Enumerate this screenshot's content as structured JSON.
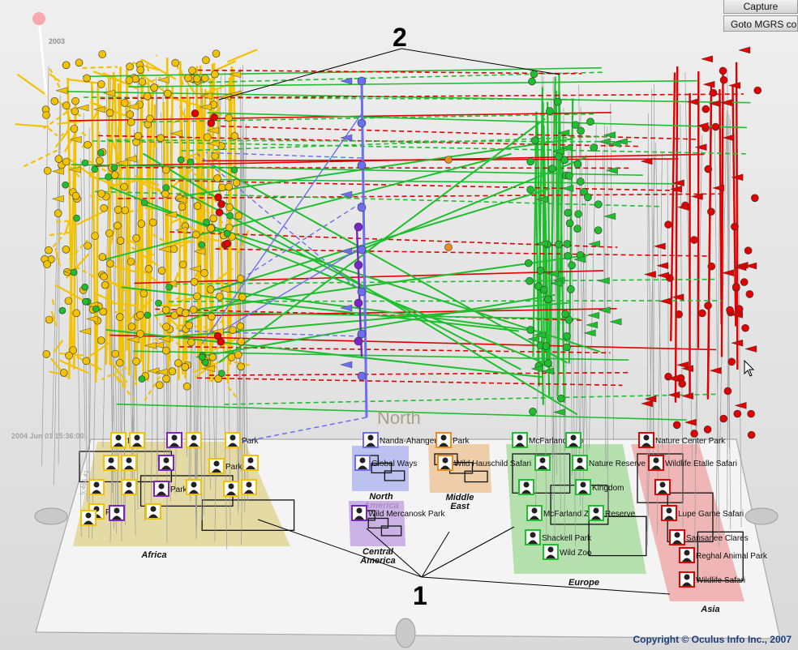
{
  "window": {
    "buttons": {
      "capture": "Capture",
      "goto_mgrs": "Goto MGRS co"
    },
    "copyright": "Copyright © Oculus Info Inc., 2007"
  },
  "timeline": {
    "top_label": "2003",
    "bottom_label": "2004 Jun 01 15:36:00",
    "axis_label": "5,466,41"
  },
  "compass": {
    "north": "North"
  },
  "callouts": {
    "label_1": "1",
    "label_2": "2"
  },
  "regions": [
    {
      "id": "africa",
      "name": "Africa",
      "color": "#e0d595"
    },
    {
      "id": "north-america",
      "name": "North America",
      "color": "#b3b7ee"
    },
    {
      "id": "central-america",
      "name": "Central America",
      "color": "#c3a5e3"
    },
    {
      "id": "middle-east",
      "name": "Middle East",
      "color": "#ebc79b"
    },
    {
      "id": "europe",
      "name": "Europe",
      "color": "#a9dca1"
    },
    {
      "id": "asia",
      "name": "Asia",
      "color": "#eeaaaa"
    }
  ],
  "place_labels": {
    "africa": [
      "Park",
      "Park",
      "Park",
      "Park",
      "Park",
      "Park"
    ],
    "north_america": [
      "Nanda-Ahanger",
      "Global Ways"
    ],
    "central_america": [
      "Wild Mercan",
      "osk Park"
    ],
    "middle_east": [
      "Wild Hauschild Safari",
      "Park"
    ],
    "europe": [
      "McFarland Zoo",
      "Shackell Park",
      "Wild Zoo",
      "Nature Reserve",
      "Reserve",
      "Kingdom"
    ],
    "asia": [
      "Nature Center Park",
      "Wildlife Etalle Safari",
      "Lupe Game Safari",
      "Sansanee Clares",
      "Reghal Animal Park",
      "Wildlife Safari"
    ]
  },
  "colors": {
    "africa_events": "#f2c200",
    "europe_events": "#1fbe2e",
    "asia_events": "#e00000",
    "north_america_events": "#6b6ef0",
    "central_america_events": "#7a26c6",
    "middle_east_events": "#f08a1c"
  }
}
